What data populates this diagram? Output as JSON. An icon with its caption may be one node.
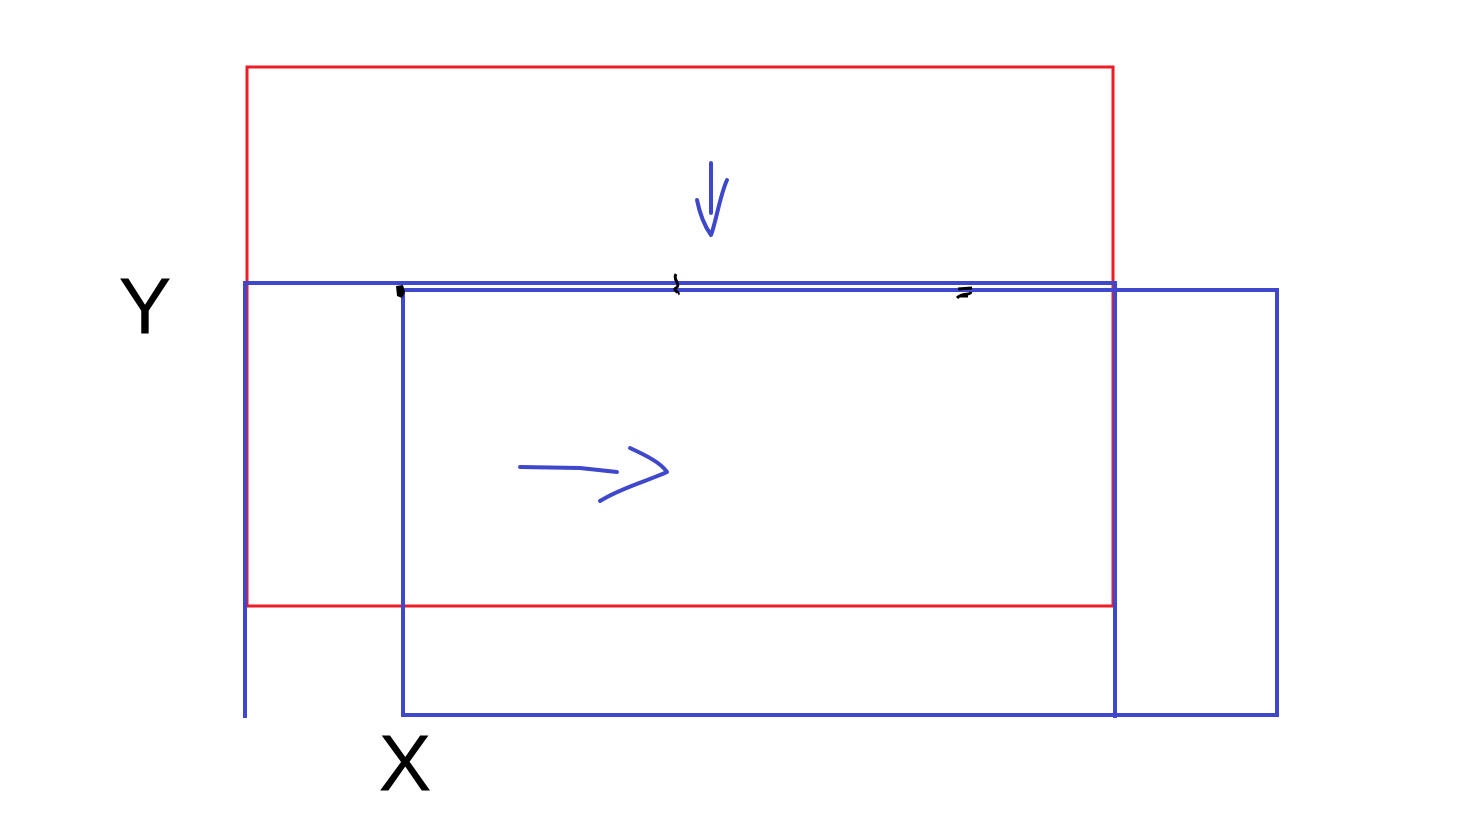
{
  "diagram": {
    "nodes": [
      {
        "text": [],
        "shape": "box"
      },
      {
        "text": [],
        "shape": "frame"
      },
      {
        "text": [],
        "shape": "box"
      }
    ],
    "labels": [
      "Y",
      "X"
    ]
  }
}
